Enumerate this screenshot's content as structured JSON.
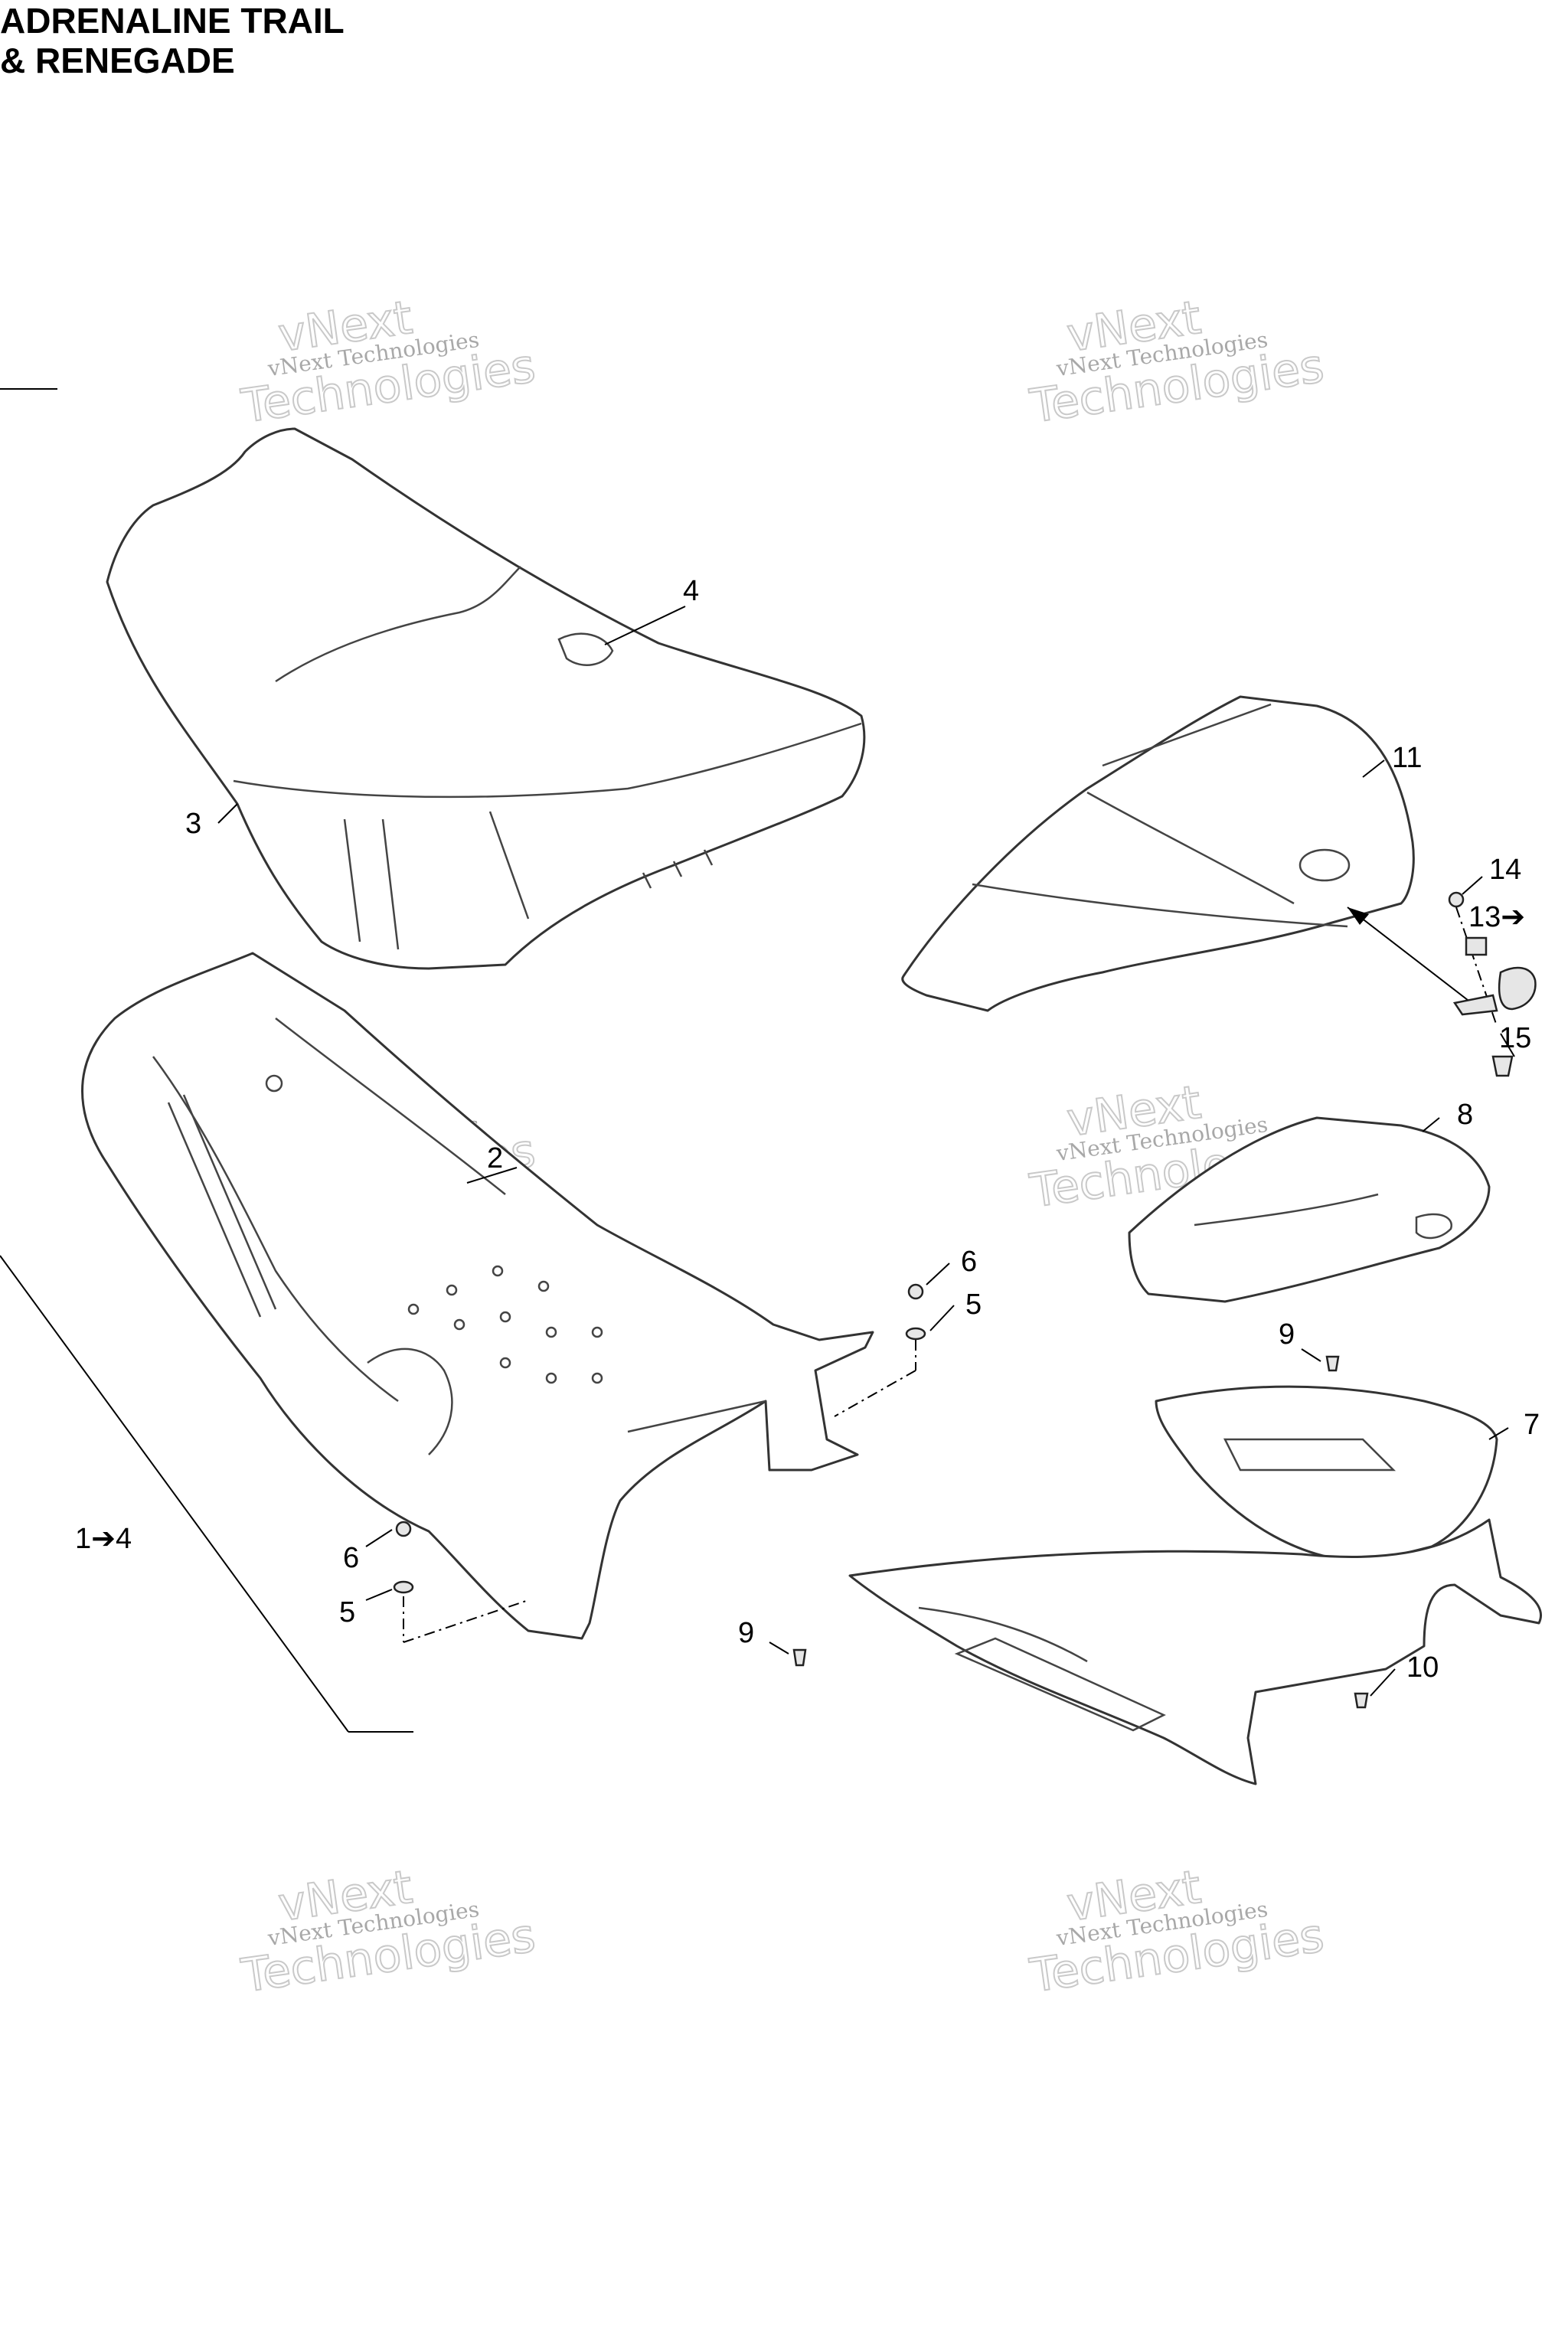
{
  "header": {
    "title_line1": "ADRENALINE TRAIL",
    "title_line2": "& RENEGADE"
  },
  "watermark": {
    "line_small": "vNext Technologies",
    "line_large_top": "vNext",
    "line_large_bottom": "Technologies"
  },
  "callouts": [
    {
      "id": "c4",
      "label": "4"
    },
    {
      "id": "c3",
      "label": "3"
    },
    {
      "id": "c11",
      "label": "11"
    },
    {
      "id": "c14",
      "label": "14"
    },
    {
      "id": "c13",
      "label": "13➔"
    },
    {
      "id": "c15",
      "label": "15"
    },
    {
      "id": "c2",
      "label": "2"
    },
    {
      "id": "c8",
      "label": "8"
    },
    {
      "id": "c6a",
      "label": "6"
    },
    {
      "id": "c5a",
      "label": "5"
    },
    {
      "id": "c9a",
      "label": "9"
    },
    {
      "id": "c7",
      "label": "7"
    },
    {
      "id": "c1",
      "label": "1➔4"
    },
    {
      "id": "c6b",
      "label": "6"
    },
    {
      "id": "c5b",
      "label": "5"
    },
    {
      "id": "c9b",
      "label": "9"
    },
    {
      "id": "c10",
      "label": "10"
    }
  ]
}
